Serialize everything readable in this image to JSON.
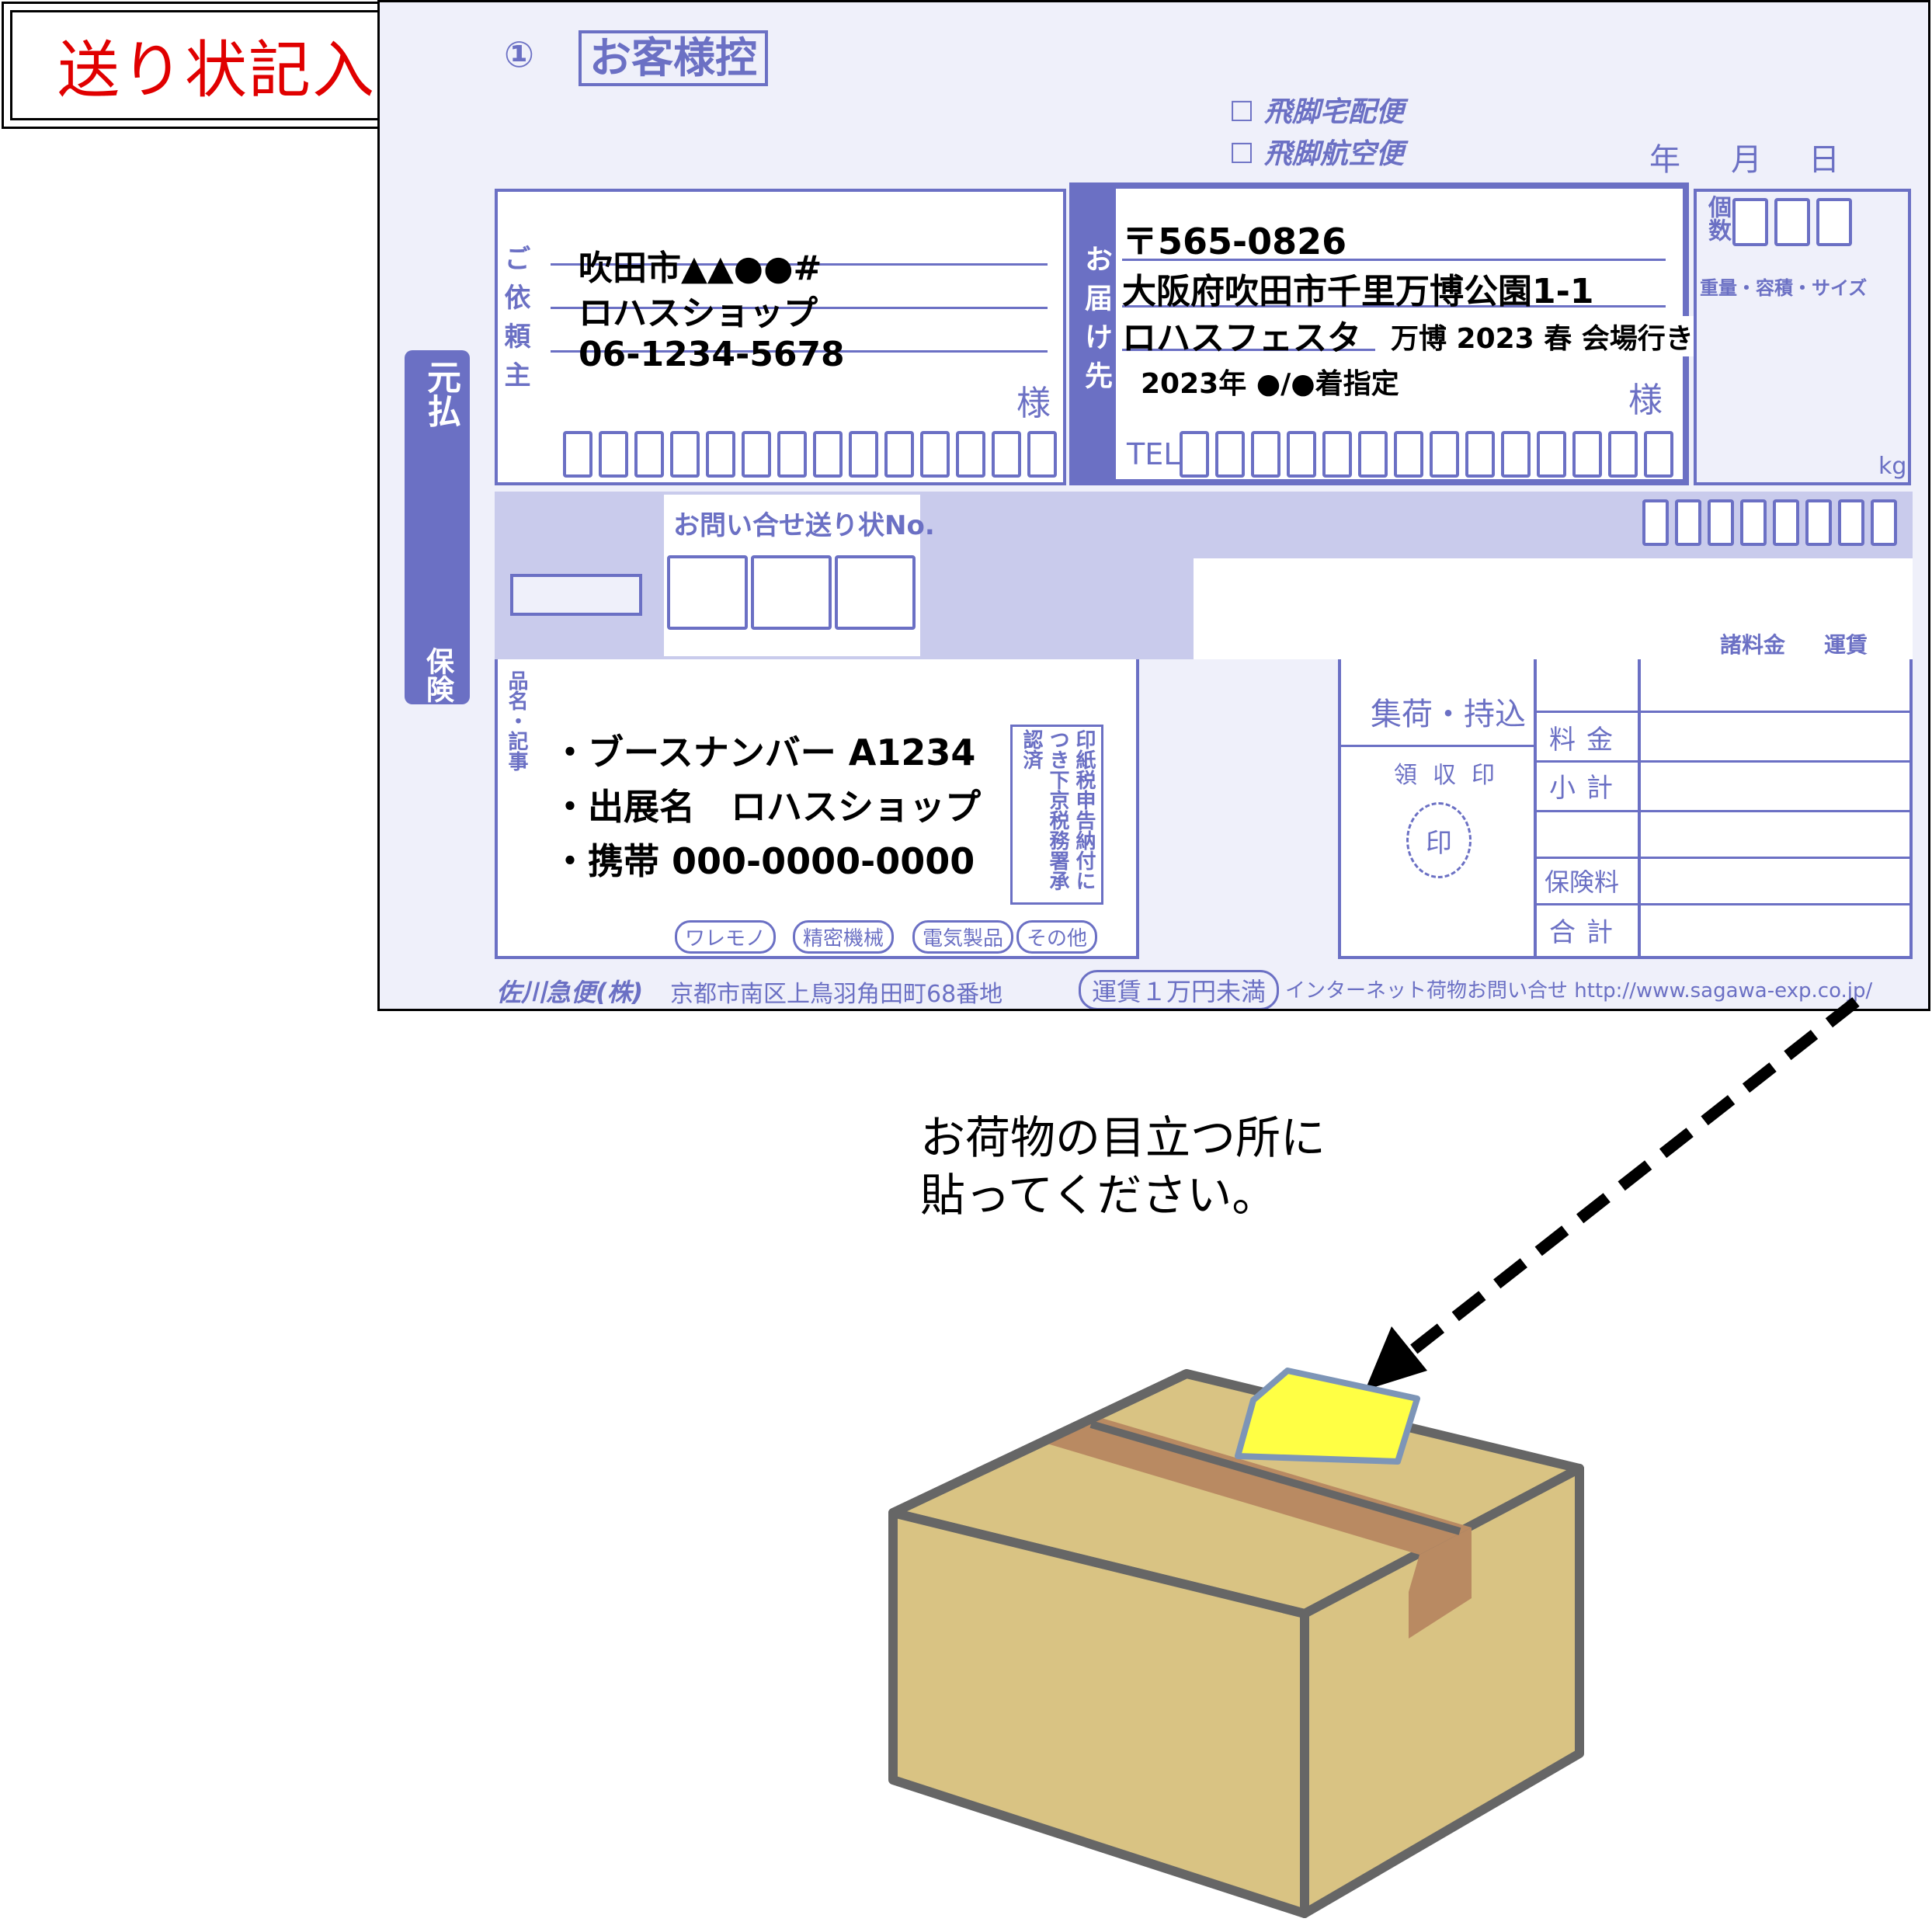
{
  "title": "送り状記入例",
  "slip": {
    "copy_marker": "①",
    "copy_label": "お客様控",
    "service_options": [
      "飛脚宅配便",
      "飛脚航空便"
    ],
    "date_labels": [
      "年",
      "月",
      "日"
    ],
    "sender": {
      "side_label": "ご依頼主",
      "address": "吹田市▲▲●●#",
      "name": "ロハスショップ",
      "phone": "06-1234-5678",
      "honorific": "様"
    },
    "recipient": {
      "side_label": "お届け先",
      "postal": "〒565-0826",
      "address": "大阪府吹田市千里万博公園1-1",
      "name": "ロハスフェスタ",
      "note": "万博 2023 春 会場行き",
      "delivery_date": "2023年 ●/●着指定",
      "honorific": "様",
      "tel_label": "TEL"
    },
    "count_label": "個数",
    "weight_label": "重量・容積・サイズ",
    "weight_unit": "kg",
    "payment_label": "元払",
    "payment_sub": "保険",
    "inquiry_label": "お問い合せ送り状No.",
    "contents": {
      "side_label": "品名・記事",
      "lines": [
        "・ブースナンバー A1234",
        "・出展名　ロハスショップ",
        "・携帯 000-0000-0000"
      ],
      "stamp_note": "印紙税申告納付につき下京税務署承認済",
      "tags": [
        "ワレモノ",
        "精密機械",
        "電気製品",
        "その他"
      ]
    },
    "pickup_label": "集荷・持込",
    "receipt_label": "領収印",
    "stamp_char": "印",
    "fee_labels": [
      "料金",
      "小計",
      "保険料",
      "合計"
    ],
    "misc_labels": [
      "諸料金",
      "運賃"
    ],
    "company": "佐川急便(株)",
    "company_address": "京都市南区上鳥羽角田町68番地",
    "footer_note": "運賃１万円未満",
    "footer_url": "インターネット荷物お問い合せ http://www.sagawa-exp.co.jp/"
  },
  "instruction": [
    "お荷物の目立つ所に",
    "貼ってください。"
  ],
  "colors": {
    "title_red": "#e00000",
    "slip_blue": "#6b70c4",
    "slip_bg": "#eff0fa",
    "box_side": "#d9c383",
    "box_outline": "#666666",
    "tape": "#b98a62",
    "label_yellow": "#ffff44"
  }
}
